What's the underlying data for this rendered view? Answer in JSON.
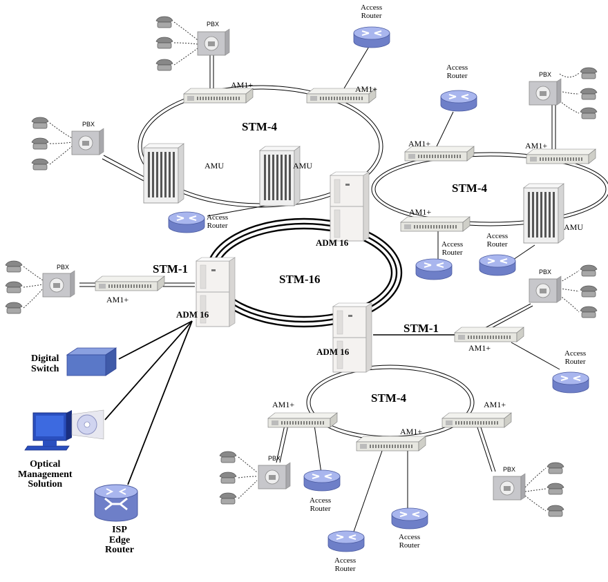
{
  "rings": {
    "stm4_top_left": "STM-4",
    "stm4_right": "STM-4",
    "stm16_center": "STM-16",
    "stm4_bottom": "STM-4",
    "stm1_left": "STM-1",
    "stm1_right": "STM-1"
  },
  "labels": {
    "am1": "AM1+",
    "amu": "AMU",
    "pbx": "PBX",
    "adm16": "ADM 16",
    "access_router_1": "Access",
    "access_router_2": "Router",
    "digital_switch_1": "Digital",
    "digital_switch_2": "Switch",
    "optical_1": "Optical",
    "optical_2": "Management",
    "optical_3": "Solution",
    "isp_1": "ISP",
    "isp_2": "Edge",
    "isp_3": "Router"
  },
  "colors": {
    "router_blue": "#7f8fd6",
    "router_top": "#a9b6ee",
    "switch_blue": "#5a78c8",
    "device_gray": "#e8e8e8",
    "pbx_gray": "#c8c8cc",
    "phone_gray": "#9a9a9a",
    "link": "#000000"
  }
}
